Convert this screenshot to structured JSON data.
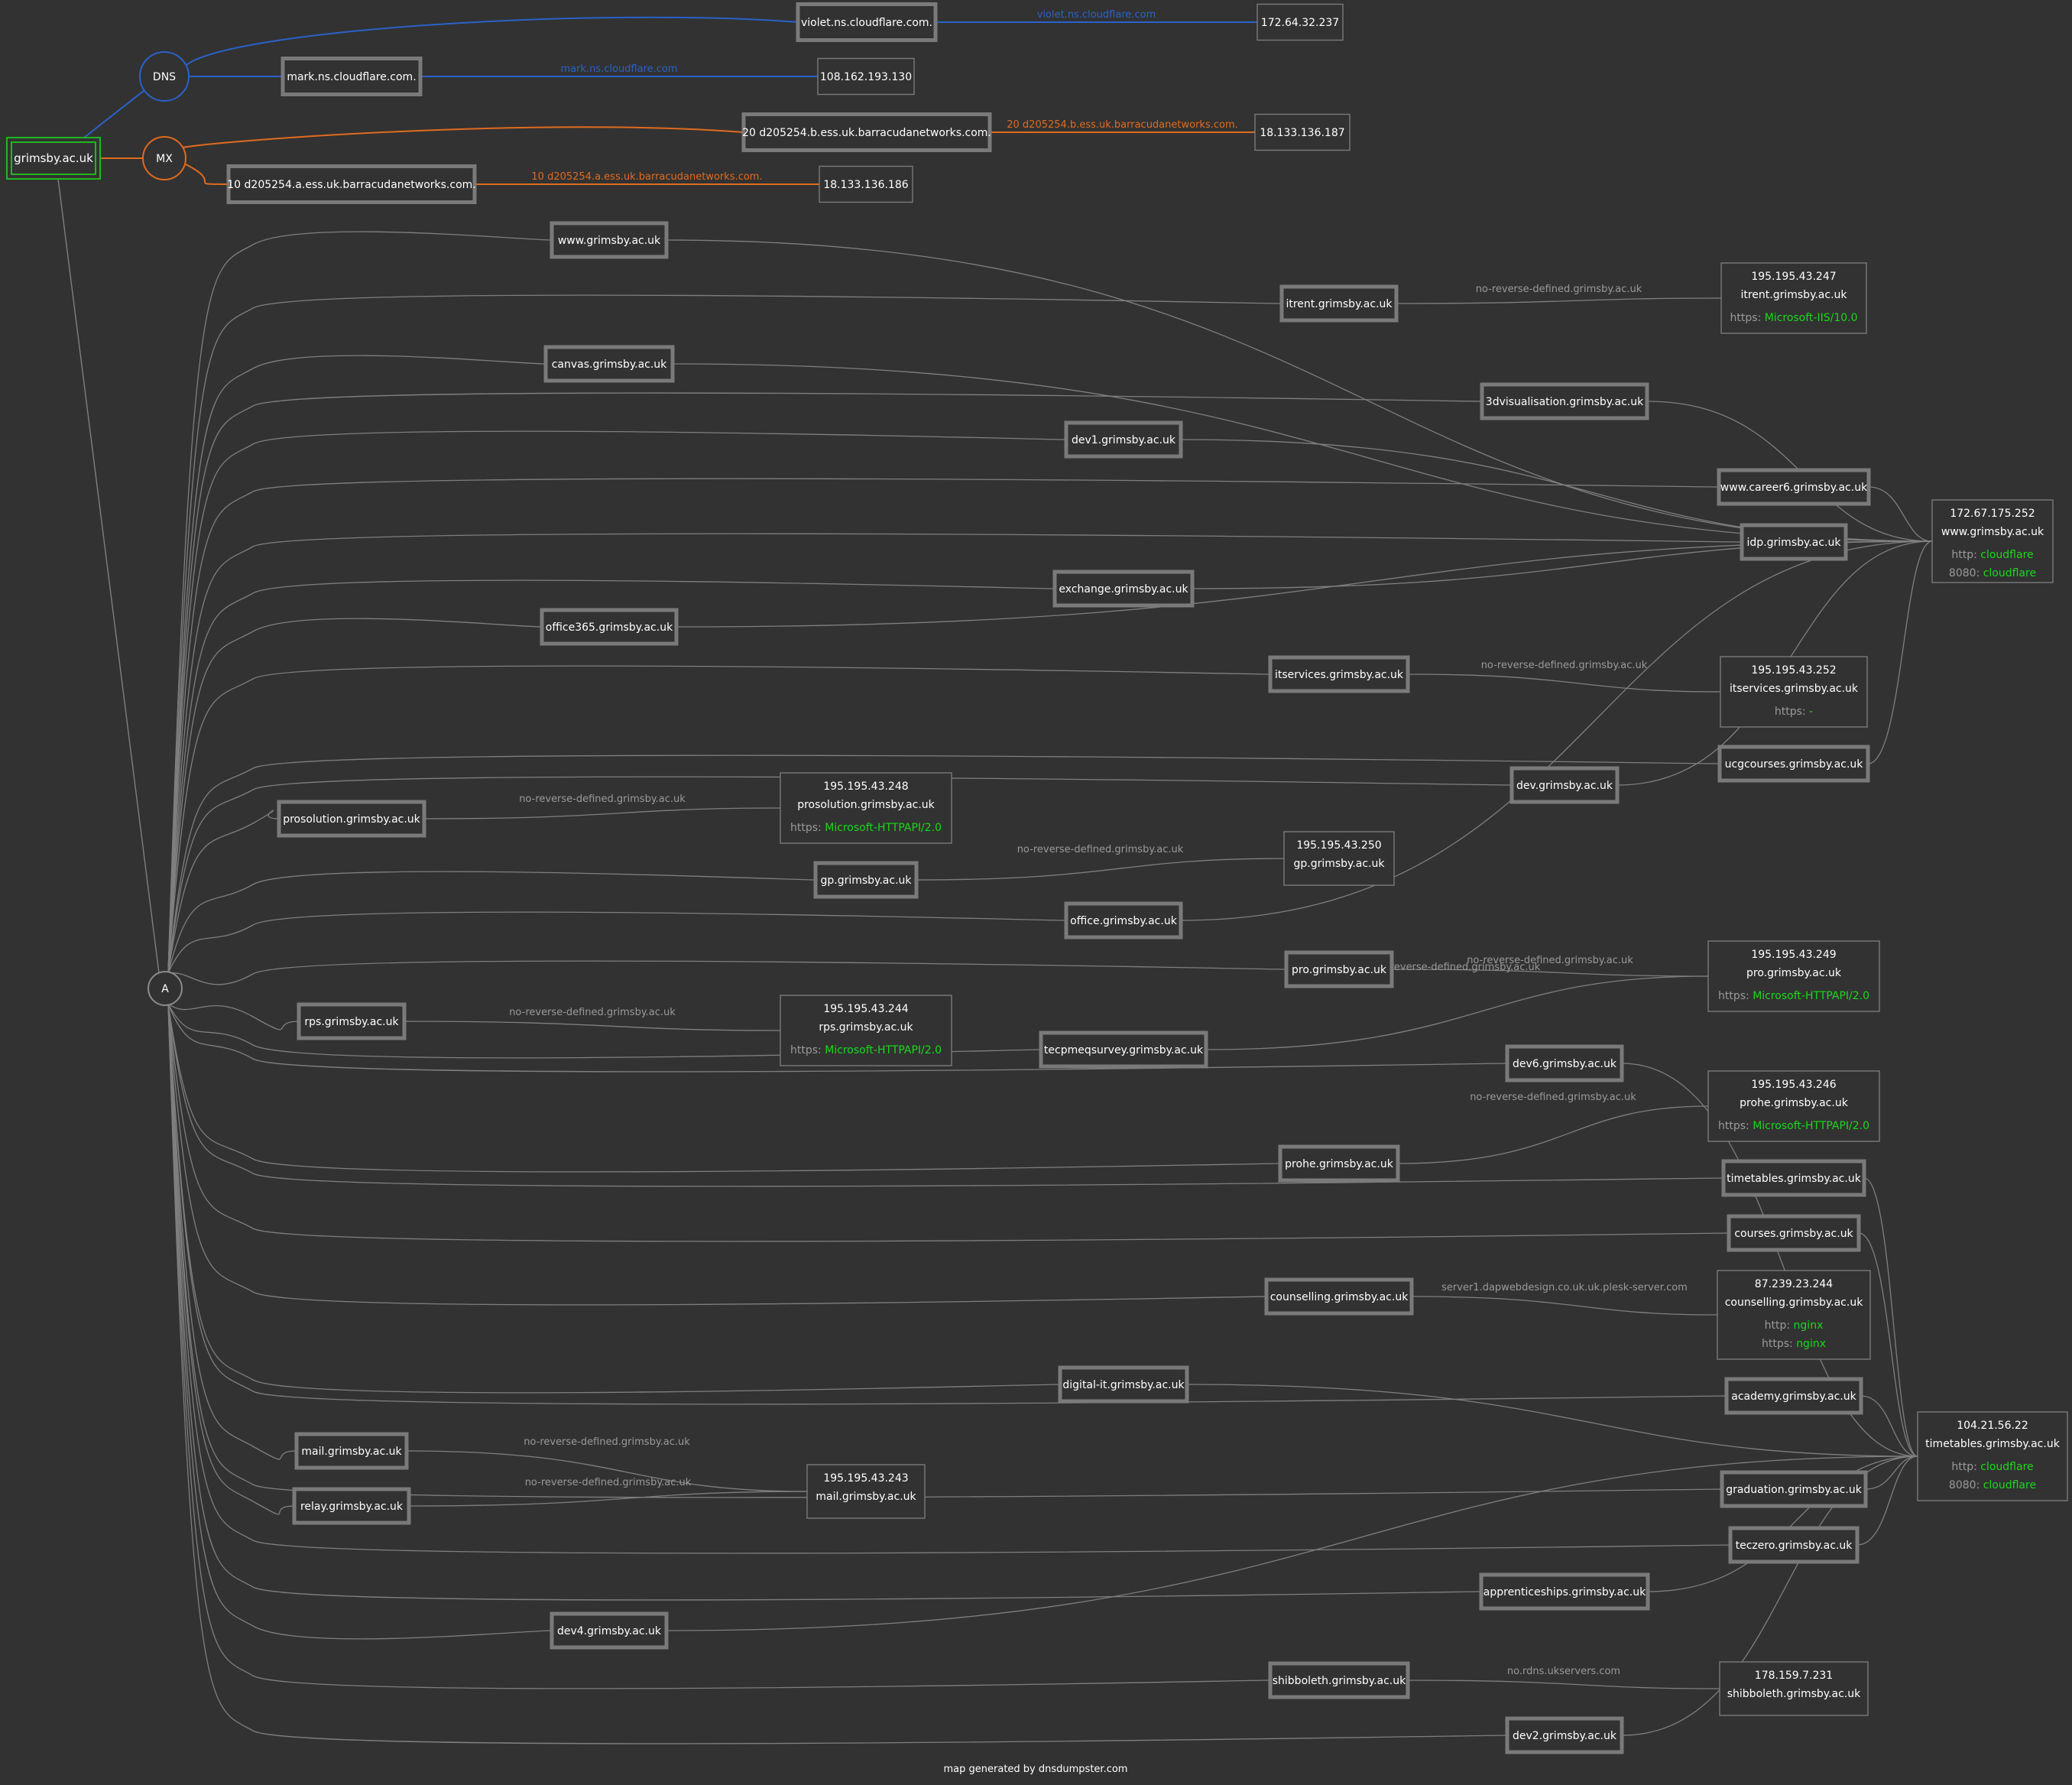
{
  "colors": {
    "background": "#323232",
    "node_border": "#7a7a7a",
    "text": "#ffffff",
    "edge": "#7f7f7f",
    "dns": "#2a62c9",
    "mx": "#e06b1f",
    "root": "#1fb81f",
    "server": "#19d919",
    "muted": "#9a9a9a"
  },
  "root": {
    "domain": "grimsby.ac.uk"
  },
  "categories": {
    "dns": "DNS",
    "mx": "MX",
    "a": "A"
  },
  "dns_records": [
    {
      "host": "violet.ns.cloudflare.com.",
      "ip": "172.64.32.237",
      "reverse": "violet.ns.cloudflare.com"
    },
    {
      "host": "mark.ns.cloudflare.com.",
      "ip": "108.162.193.130",
      "reverse": "mark.ns.cloudflare.com"
    }
  ],
  "mx_records": [
    {
      "host": "20 d205254.b.ess.uk.barracudanetworks.com.",
      "ip": "18.133.136.187",
      "reverse": "20 d205254.b.ess.uk.barracudanetworks.com."
    },
    {
      "host": "10 d205254.a.ess.uk.barracudanetworks.com.",
      "ip": "18.133.136.186",
      "reverse": "10 d205254.a.ess.uk.barracudanetworks.com."
    }
  ],
  "a_records": [
    {
      "host": "www.grimsby.ac.uk",
      "target": "172.67.175.252",
      "reverse": ""
    },
    {
      "host": "itrent.grimsby.ac.uk",
      "target": "195.195.43.247",
      "reverse": "no-reverse-defined.grimsby.ac.uk"
    },
    {
      "host": "canvas.grimsby.ac.uk",
      "target": "172.67.175.252",
      "reverse": ""
    },
    {
      "host": "3dvisualisation.grimsby.ac.uk",
      "target": "172.67.175.252",
      "reverse": ""
    },
    {
      "host": "dev1.grimsby.ac.uk",
      "target": "172.67.175.252",
      "reverse": ""
    },
    {
      "host": "www.career6.grimsby.ac.uk",
      "target": "172.67.175.252",
      "reverse": ""
    },
    {
      "host": "idp.grimsby.ac.uk",
      "target": "172.67.175.252",
      "reverse": ""
    },
    {
      "host": "exchange.grimsby.ac.uk",
      "target": "172.67.175.252",
      "reverse": ""
    },
    {
      "host": "office365.grimsby.ac.uk",
      "target": "172.67.175.252",
      "reverse": ""
    },
    {
      "host": "itservices.grimsby.ac.uk",
      "target": "195.195.43.252",
      "reverse": "no-reverse-defined.grimsby.ac.uk"
    },
    {
      "host": "ucgcourses.grimsby.ac.uk",
      "target": "172.67.175.252",
      "reverse": ""
    },
    {
      "host": "dev.grimsby.ac.uk",
      "target": "172.67.175.252",
      "reverse": ""
    },
    {
      "host": "prosolution.grimsby.ac.uk",
      "target": "195.195.43.248",
      "reverse": "no-reverse-defined.grimsby.ac.uk"
    },
    {
      "host": "gp.grimsby.ac.uk",
      "target": "195.195.43.250",
      "reverse": "no-reverse-defined.grimsby.ac.uk"
    },
    {
      "host": "office.grimsby.ac.uk",
      "target": "172.67.175.252",
      "reverse": ""
    },
    {
      "host": "pro.grimsby.ac.uk",
      "target": "195.195.43.249",
      "reverse": "no-reverse-defined.grimsby.ac.uk"
    },
    {
      "host": "rps.grimsby.ac.uk",
      "target": "195.195.43.244",
      "reverse": "no-reverse-defined.grimsby.ac.uk"
    },
    {
      "host": "tecpmeqsurvey.grimsby.ac.uk",
      "target": "195.195.43.249",
      "reverse": "no-reverse-defined.grimsby.ac.uk"
    },
    {
      "host": "dev6.grimsby.ac.uk",
      "target": "104.21.56.22",
      "reverse": ""
    },
    {
      "host": "prohe.grimsby.ac.uk",
      "target": "195.195.43.246",
      "reverse": "no-reverse-defined.grimsby.ac.uk"
    },
    {
      "host": "timetables.grimsby.ac.uk",
      "target": "104.21.56.22",
      "reverse": ""
    },
    {
      "host": "courses.grimsby.ac.uk",
      "target": "104.21.56.22",
      "reverse": ""
    },
    {
      "host": "counselling.grimsby.ac.uk",
      "target": "87.239.23.244",
      "reverse": "server1.dapwebdesign.co.uk.uk.plesk-server.com"
    },
    {
      "host": "digital-it.grimsby.ac.uk",
      "target": "104.21.56.22",
      "reverse": ""
    },
    {
      "host": "academy.grimsby.ac.uk",
      "target": "104.21.56.22",
      "reverse": ""
    },
    {
      "host": "mail.grimsby.ac.uk",
      "target": "195.195.43.243",
      "reverse": "no-reverse-defined.grimsby.ac.uk"
    },
    {
      "host": "relay.grimsby.ac.uk",
      "target": "195.195.43.243",
      "reverse": "no-reverse-defined.grimsby.ac.uk"
    },
    {
      "host": "graduation.grimsby.ac.uk",
      "target": "104.21.56.22",
      "reverse": ""
    },
    {
      "host": "teczero.grimsby.ac.uk",
      "target": "104.21.56.22",
      "reverse": ""
    },
    {
      "host": "apprenticeships.grimsby.ac.uk",
      "target": "104.21.56.22",
      "reverse": ""
    },
    {
      "host": "dev4.grimsby.ac.uk",
      "target": "104.21.56.22",
      "reverse": ""
    },
    {
      "host": "shibboleth.grimsby.ac.uk",
      "target": "178.159.7.231",
      "reverse": "no.rdns.ukservers.com"
    },
    {
      "host": "dev2.grimsby.ac.uk",
      "target": "104.21.56.22",
      "reverse": ""
    }
  ],
  "ip_nodes": [
    {
      "ip": "172.67.175.252",
      "lines": [
        "172.67.175.252",
        "www.grimsby.ac.uk"
      ],
      "services": [
        {
          "port": "http",
          "value": "cloudflare"
        },
        {
          "port": "8080",
          "value": "cloudflare"
        }
      ]
    },
    {
      "ip": "195.195.43.247",
      "lines": [
        "195.195.43.247",
        "itrent.grimsby.ac.uk"
      ],
      "services": [
        {
          "port": "https",
          "value": "Microsoft-IIS/10.0"
        }
      ]
    },
    {
      "ip": "195.195.43.252",
      "lines": [
        "195.195.43.252",
        "itservices.grimsby.ac.uk"
      ],
      "services": [
        {
          "port": "https",
          "value": "-"
        }
      ]
    },
    {
      "ip": "195.195.43.248",
      "lines": [
        "195.195.43.248",
        "prosolution.grimsby.ac.uk"
      ],
      "services": [
        {
          "port": "https",
          "value": "Microsoft-HTTPAPI/2.0"
        }
      ]
    },
    {
      "ip": "195.195.43.250",
      "lines": [
        "195.195.43.250",
        "gp.grimsby.ac.uk"
      ],
      "services": []
    },
    {
      "ip": "195.195.43.249",
      "lines": [
        "195.195.43.249",
        "pro.grimsby.ac.uk"
      ],
      "services": [
        {
          "port": "https",
          "value": "Microsoft-HTTPAPI/2.0"
        }
      ]
    },
    {
      "ip": "195.195.43.244",
      "lines": [
        "195.195.43.244",
        "rps.grimsby.ac.uk"
      ],
      "services": [
        {
          "port": "https",
          "value": "Microsoft-HTTPAPI/2.0"
        }
      ]
    },
    {
      "ip": "195.195.43.246",
      "lines": [
        "195.195.43.246",
        "prohe.grimsby.ac.uk"
      ],
      "services": [
        {
          "port": "https",
          "value": "Microsoft-HTTPAPI/2.0"
        }
      ]
    },
    {
      "ip": "87.239.23.244",
      "lines": [
        "87.239.23.244",
        "counselling.grimsby.ac.uk"
      ],
      "services": [
        {
          "port": "http",
          "value": "nginx"
        },
        {
          "port": "https",
          "value": "nginx"
        }
      ]
    },
    {
      "ip": "104.21.56.22",
      "lines": [
        "104.21.56.22",
        "timetables.grimsby.ac.uk"
      ],
      "services": [
        {
          "port": "http",
          "value": "cloudflare"
        },
        {
          "port": "8080",
          "value": "cloudflare"
        }
      ]
    },
    {
      "ip": "195.195.43.243",
      "lines": [
        "195.195.43.243",
        "mail.grimsby.ac.uk"
      ],
      "services": []
    },
    {
      "ip": "178.159.7.231",
      "lines": [
        "178.159.7.231",
        "shibboleth.grimsby.ac.uk"
      ],
      "services": []
    }
  ],
  "footer": "map generated by dnsdumpster.com"
}
